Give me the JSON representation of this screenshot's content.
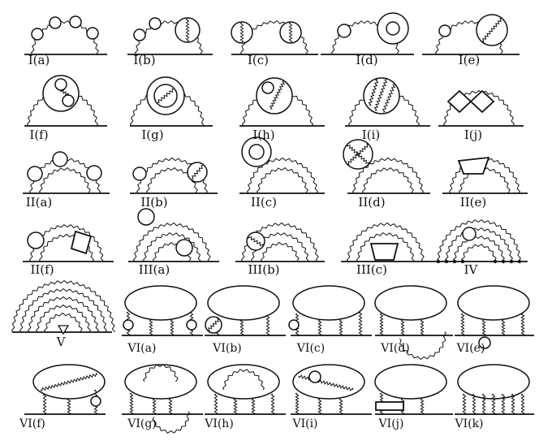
{
  "figure": {
    "rows": [
      {
        "labels": [
          "I(a)",
          "I(b)",
          "I(c)",
          "I(d)",
          "I(e)"
        ]
      },
      {
        "labels": [
          "I(f)",
          "I(g)",
          "I(h)",
          "I(i)",
          "I(j)"
        ]
      },
      {
        "labels": [
          "II(a)",
          "II(b)",
          "II(c)",
          "II(d)",
          "II(e)"
        ]
      },
      {
        "labels": [
          "II(f)",
          "III(a)",
          "III(b)",
          "III(c)",
          "IV"
        ]
      },
      {
        "labels": [
          "V",
          "VI(a)",
          "VI(b)",
          "VI(c)",
          "VI(d)",
          "VI(e)"
        ]
      },
      {
        "labels": [
          "VI(f)",
          "VI(g)",
          "VI(h)",
          "VI(i)",
          "VI(j)",
          "VI(k)"
        ]
      }
    ]
  },
  "colors": {
    "ink": "#111111",
    "background": "#ffffff"
  }
}
